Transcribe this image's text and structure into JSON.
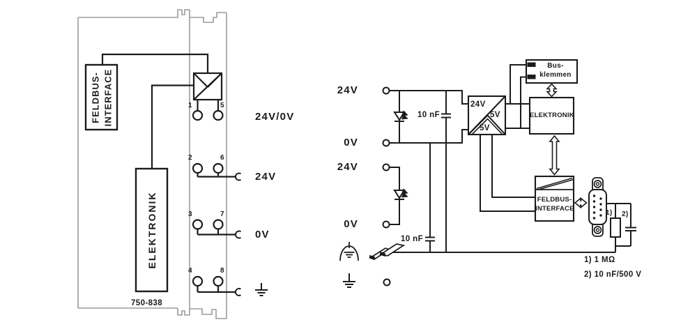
{
  "left_module": {
    "part_number": "750-838",
    "feldbus_interface": {
      "line1": "FELDBUS-",
      "line2": "INTERFACE"
    },
    "elektronik": "ELEKTRONIK",
    "terminals": {
      "t1": "1",
      "t2": "2",
      "t3": "3",
      "t4": "4",
      "t5": "5",
      "t6": "6",
      "t7": "7",
      "t8": "8"
    },
    "labels": {
      "supply": "24V/0V",
      "out_24v": "24V",
      "out_0v": "0V"
    }
  },
  "schematic": {
    "system_supply": {
      "plus": "24V",
      "minus": "0V"
    },
    "field_supply": {
      "plus": "24V",
      "minus": "0V"
    },
    "cap_top": "10 nF",
    "cap_bottom": "10 nF",
    "dcdc": {
      "input": "24V",
      "output1": "5V",
      "output2": "5V"
    },
    "bus_klemmen": {
      "line1": "Bus-",
      "line2": "klemmen"
    },
    "elektronik": "ELEKTRONIK",
    "feldbus_interface": {
      "line1": "FELDBUS-",
      "line2": "INTERFACE"
    },
    "ref_resistor": "1)",
    "ref_capacitor": "2)",
    "footnotes": {
      "note1": "1) 1 MΩ",
      "note2": "2) 10 nF/500 V"
    }
  },
  "colors": {
    "line": "#1b1b1b",
    "outline_gray": "#9b9b9b",
    "background": "#ffffff"
  }
}
